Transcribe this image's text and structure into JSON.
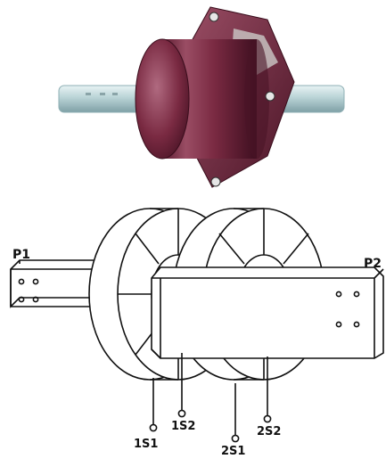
{
  "labels": {
    "p1": "P1",
    "p2": "P2",
    "t1s1": "1S1",
    "t1s2": "1S2",
    "t2s1": "2S1",
    "t2s2": "2S2"
  },
  "colors": {
    "body": "#7a2a42",
    "body_dark": "#4a1426",
    "body_light": "#b06a80",
    "rod": "#b9d3d6",
    "line": "#111111"
  }
}
